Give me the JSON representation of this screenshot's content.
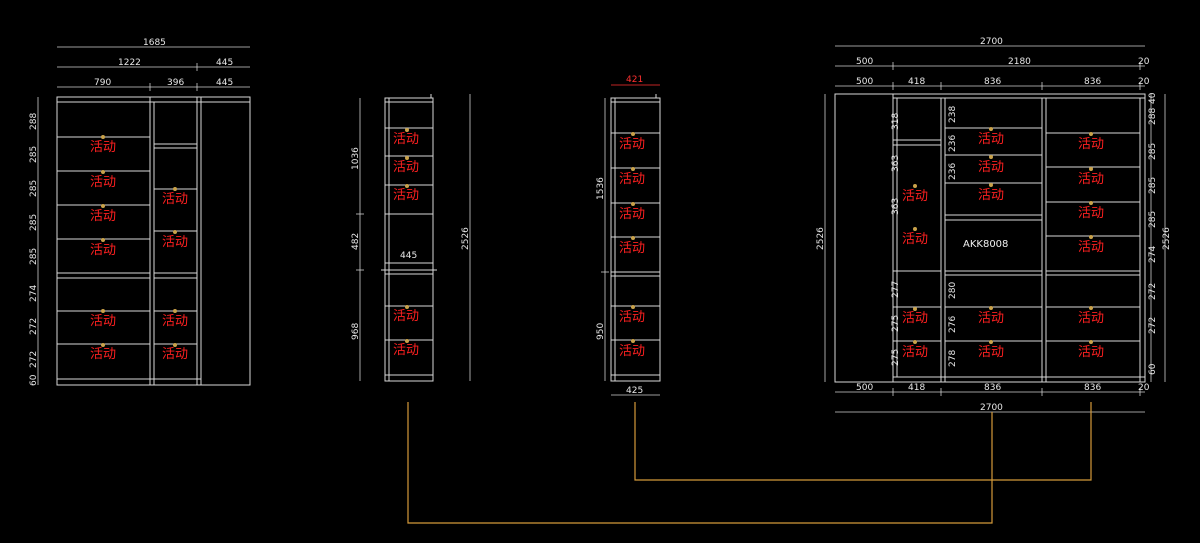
{
  "labels": {
    "tag": "活动",
    "model": "AKK8008"
  },
  "view1": {
    "top": [
      "1685",
      "1222",
      "445",
      "790",
      "396",
      "445"
    ],
    "left": [
      "288",
      "285",
      "285",
      "285",
      "285",
      "274",
      "272",
      "272",
      "60"
    ]
  },
  "view2": {
    "left": [
      "1036",
      "482",
      "968"
    ],
    "right": "2526",
    "inner": "445"
  },
  "view3": {
    "top": "421",
    "left": [
      "1536",
      "950"
    ],
    "bottom": "425"
  },
  "view4": {
    "top_total": "2700",
    "top_row2": [
      "500",
      "2180",
      "20"
    ],
    "top_row3": [
      "500",
      "418",
      "836",
      "836",
      "20"
    ],
    "bottom_row": [
      "500",
      "418",
      "836",
      "836",
      "20"
    ],
    "bottom_total": "2700",
    "left": "2526",
    "right_total": "2526",
    "col1": [
      "318",
      "363",
      "363",
      "277",
      "275",
      "275"
    ],
    "col2": [
      "238",
      "236",
      "236",
      "280",
      "276",
      "278"
    ],
    "right_col": [
      "40",
      "288",
      "285",
      "285",
      "285",
      "274",
      "272",
      "272",
      "60"
    ]
  }
}
